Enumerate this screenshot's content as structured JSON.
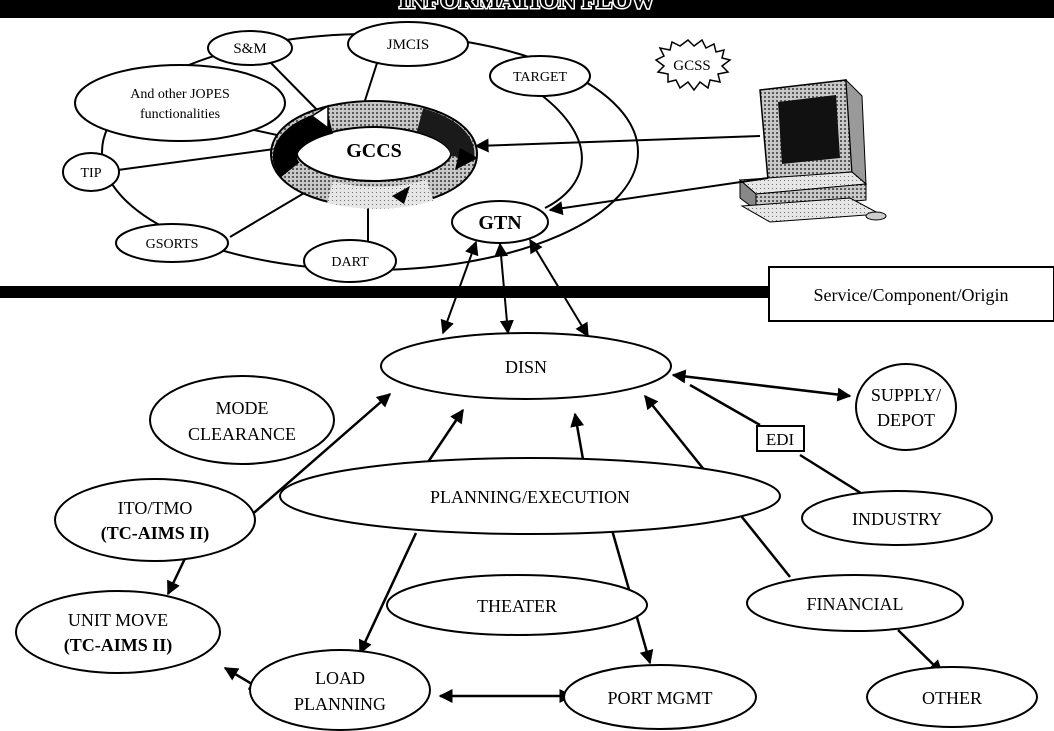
{
  "header": {
    "title": "INFORMATION FLOW"
  },
  "top_section": {
    "nodes": {
      "sm": "S&M",
      "jmcis": "JMCIS",
      "target": "TARGET",
      "gcss": "GCSS",
      "jopes_line1": "And other JOPES",
      "jopes_line2": "functionalities",
      "tip": "TIP",
      "gccs": "GCCS",
      "gsorts": "GSORTS",
      "dart": "DART",
      "gtn": "GTN"
    }
  },
  "service_label": "Service/Component/Origin",
  "bottom_section": {
    "nodes": {
      "disn": "DISN",
      "supply_line1": "SUPPLY/",
      "supply_line2": "DEPOT",
      "mode_line1": "MODE",
      "mode_line2": "CLEARANCE",
      "edi": "EDI",
      "planning": "PLANNING/EXECUTION",
      "industry": "INDUSTRY",
      "ito_line1": "ITO/TMO",
      "ito_line2": "(TC-AIMS II)",
      "theater": "THEATER",
      "financial": "FINANCIAL",
      "unit_line1": "UNIT MOVE",
      "unit_line2": "(TC-AIMS II)",
      "load_line1": "LOAD",
      "load_line2": "PLANNING",
      "port": "PORT MGMT",
      "other": "OTHER"
    }
  }
}
